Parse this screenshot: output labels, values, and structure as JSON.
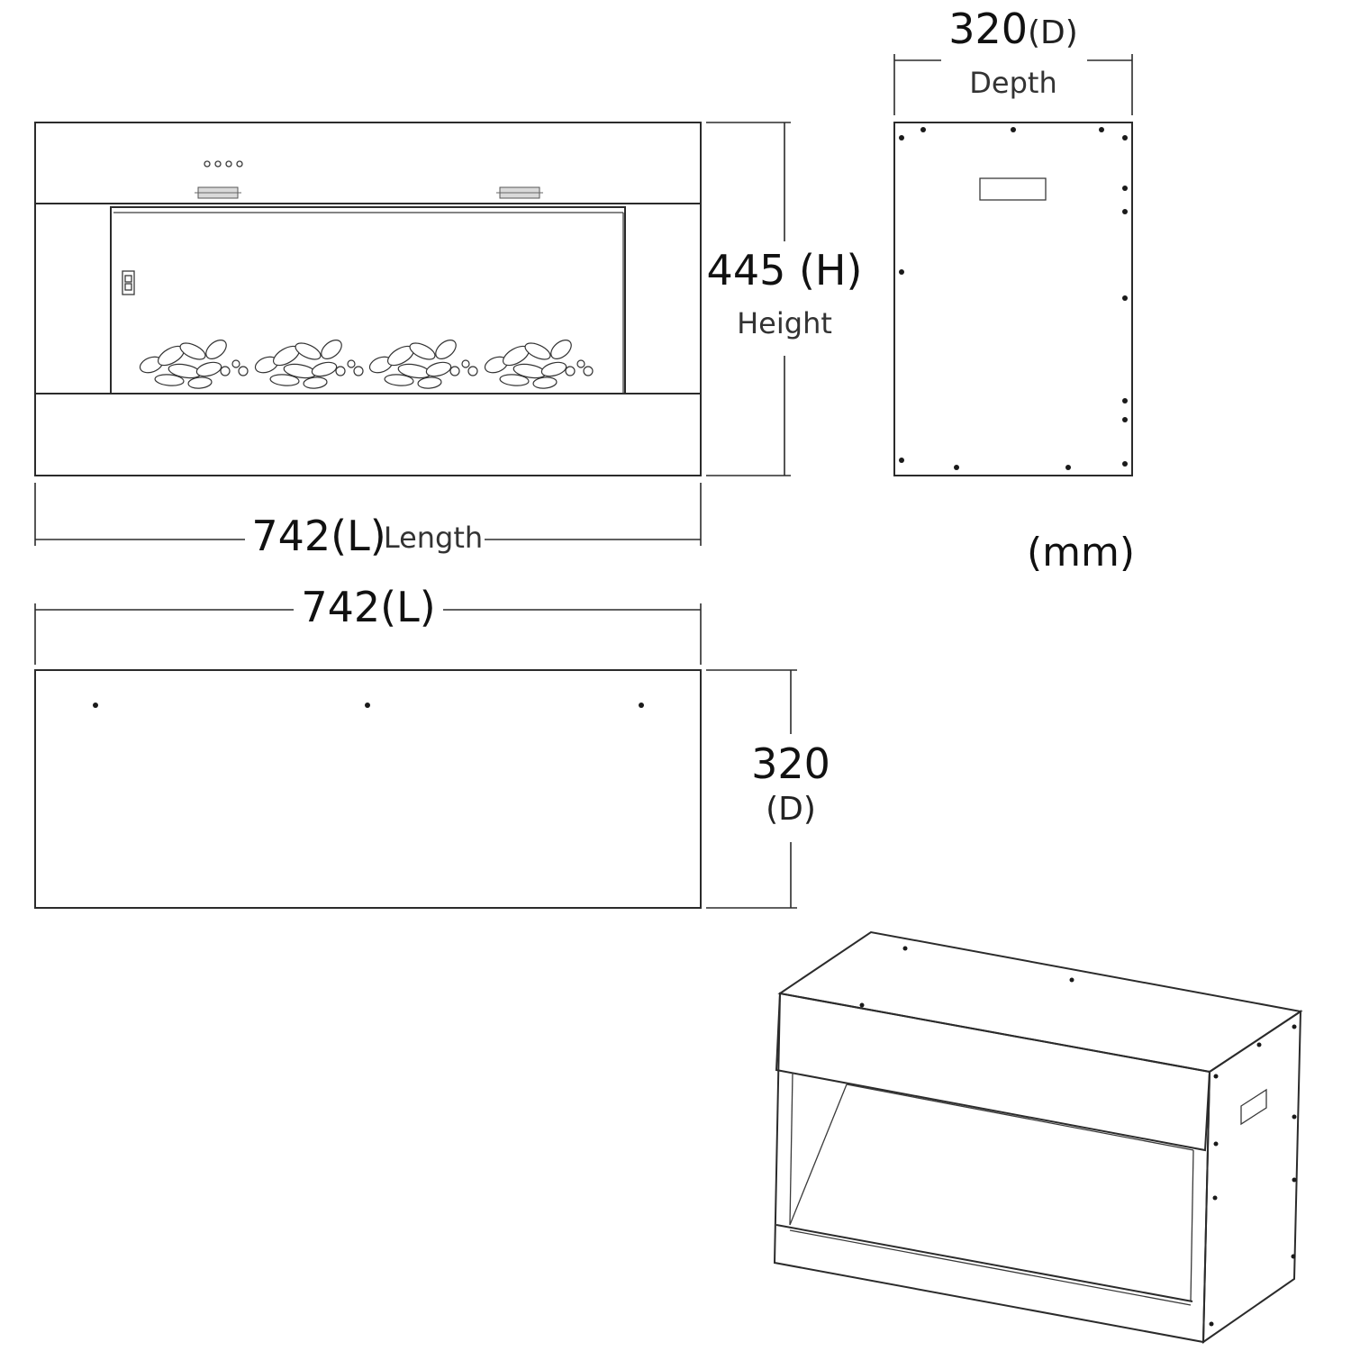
{
  "front_view": {
    "length_value": "742(L)",
    "length_word": "Length",
    "height_value": "445 (H)",
    "height_word": "Height"
  },
  "side_view": {
    "depth_value": "320",
    "depth_suffix": "(D)",
    "depth_word": "Depth"
  },
  "top_view": {
    "length_value": "742(L)",
    "depth_value": "320",
    "depth_suffix": "(D)"
  },
  "units": "(mm)",
  "colors": {
    "line": "#2b2b2b",
    "background": "#ffffff"
  }
}
